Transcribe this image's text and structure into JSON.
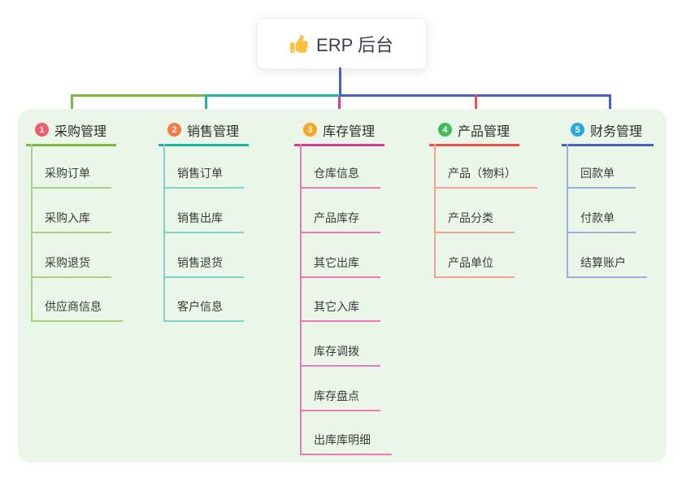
{
  "root": {
    "title": "ERP 后台",
    "icon": "thumbs-up-icon"
  },
  "branches": [
    {
      "badge": "1",
      "label": "采购管理",
      "line_color": "#7CB944",
      "child_line_color": "#A9D183",
      "badge_color": "#F25A70",
      "children": [
        "采购订单",
        "采购入库",
        "采购退货",
        "供应商信息"
      ]
    },
    {
      "badge": "2",
      "label": "销售管理",
      "line_color": "#1FB5A4",
      "child_line_color": "#7DD3C6",
      "badge_color": "#F57A43",
      "children": [
        "销售订单",
        "销售出库",
        "销售退货",
        "客户信息"
      ]
    },
    {
      "badge": "3",
      "label": "库存管理",
      "line_color": "#D7389C",
      "child_line_color": "#EE77BB",
      "badge_color": "#F5A623",
      "children": [
        "仓库信息",
        "产品库存",
        "其它出库",
        "其它入库",
        "库存调拨",
        "库存盘点",
        "出库库明细"
      ]
    },
    {
      "badge": "4",
      "label": "产品管理",
      "line_color": "#F0504A",
      "child_line_color": "#F79D92",
      "badge_color": "#3EBD58",
      "children": [
        "产品（物料）",
        "产品分类",
        "产品单位"
      ]
    },
    {
      "badge": "5",
      "label": "财务管理",
      "line_color": "#4660C3",
      "child_line_color": "#9CAEE0",
      "badge_color": "#2AA7DD",
      "children": [
        "回款单",
        "付款单",
        "结算账户"
      ]
    }
  ],
  "colors": {
    "panel_background": "#EAF6E7",
    "root_connector": "#4660C3",
    "thumb_icon": "#F9C23C"
  }
}
